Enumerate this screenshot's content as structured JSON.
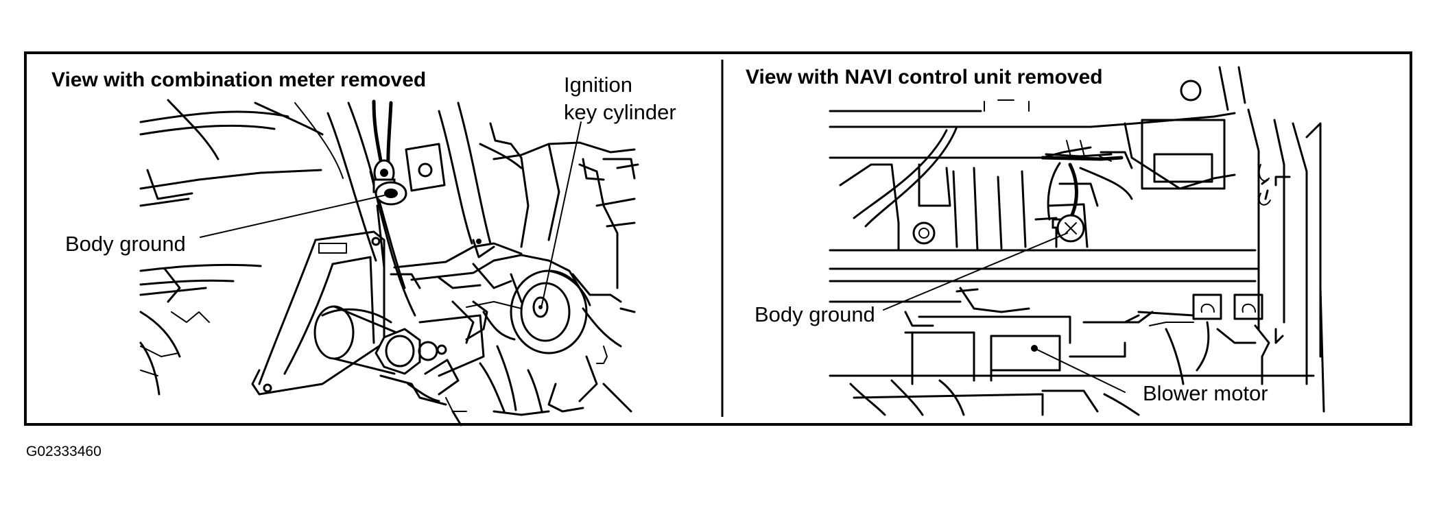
{
  "panels": {
    "left": {
      "title": "View with combination meter removed",
      "labels": {
        "body_ground": "Body ground",
        "ignition_line1": "Ignition",
        "ignition_line2": "key cylinder"
      }
    },
    "right": {
      "title": "View with NAVI control unit removed",
      "labels": {
        "body_ground": "Body ground",
        "blower_motor": "Blower motor"
      }
    }
  },
  "figure_code": "G02333460"
}
